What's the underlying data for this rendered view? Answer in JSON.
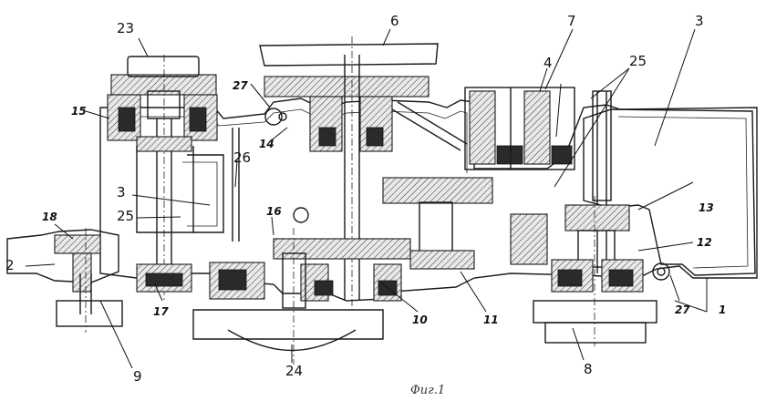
{
  "figure": {
    "caption": "Фиг.1",
    "labels": {
      "l1": "1",
      "l2": "2",
      "l3a": "3",
      "l3b": "3",
      "l4": "4",
      "l6": "6",
      "l7": "7",
      "l8": "8",
      "l9": "9",
      "l10": "10",
      "l11": "11",
      "l12": "12",
      "l13": "13",
      "l14": "14",
      "l15": "15",
      "l16": "16",
      "l17": "17",
      "l18": "18",
      "l23": "23",
      "l24": "24",
      "l25a": "25",
      "l25b": "25",
      "l26": "26",
      "l27a": "27",
      "l27b": "27"
    }
  }
}
